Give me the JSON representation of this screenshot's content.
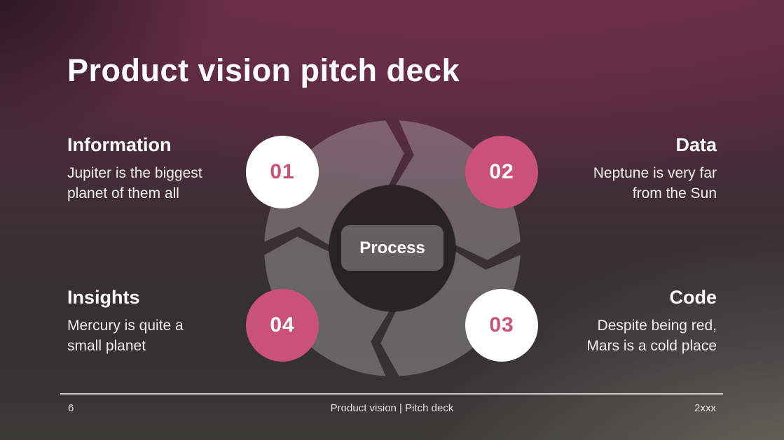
{
  "slide": {
    "title": "Product vision pitch deck",
    "footer": {
      "page_number": "6",
      "center": "Product vision | Pitch deck",
      "right": "2xxx"
    }
  },
  "diagram": {
    "type": "process-cycle",
    "center_label": "Process",
    "steps": [
      {
        "number": "01",
        "title": "Information",
        "line1": "Jupiter is the biggest",
        "line2": "planet of them all",
        "position": "top-left",
        "circle_style": "white-circle-pink-number"
      },
      {
        "number": "02",
        "title": "Data",
        "line1": "Neptune is very far",
        "line2": "from the Sun",
        "position": "top-right",
        "circle_style": "pink-circle-white-number"
      },
      {
        "number": "03",
        "title": "Code",
        "line1": "Despite being red,",
        "line2": "Mars is a cold place",
        "position": "bottom-right",
        "circle_style": "white-circle-pink-number"
      },
      {
        "number": "04",
        "title": "Insights",
        "line1": "Mercury is quite a",
        "line2": "small planet",
        "position": "bottom-left",
        "circle_style": "pink-circle-white-number"
      }
    ]
  },
  "colors": {
    "accent_pink": "#c9517a",
    "title_white": "#fdfcfc",
    "body_text": "#f0edec",
    "bg_maroon_top": "#6b2c46",
    "bg_charcoal": "#323030",
    "ring_gray": "#6c6869"
  }
}
